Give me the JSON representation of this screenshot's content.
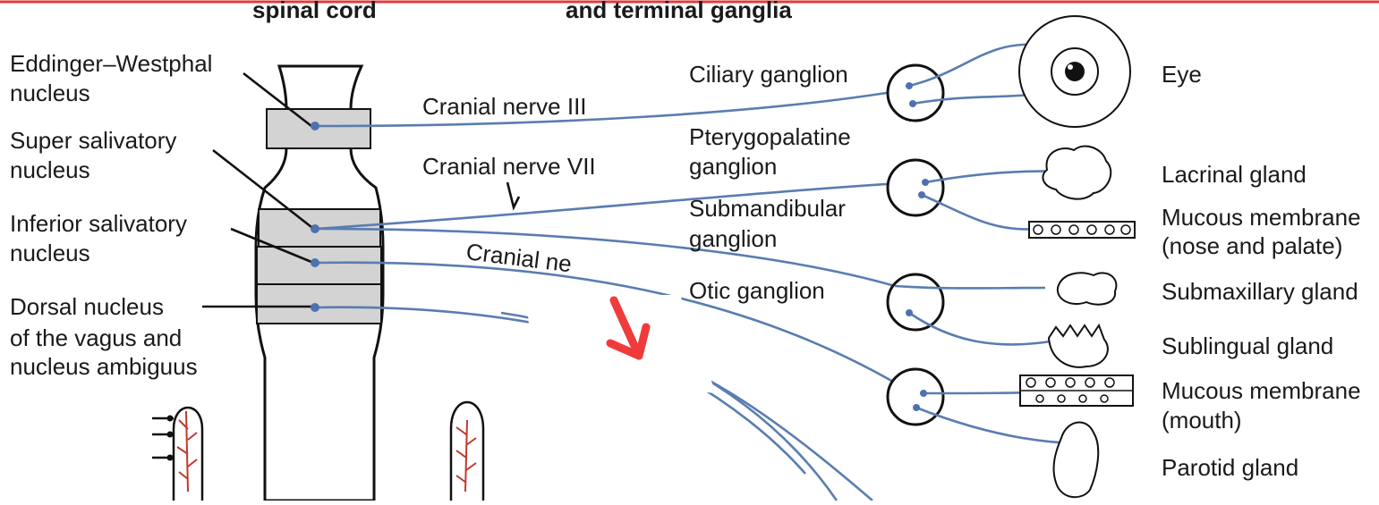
{
  "headers": {
    "col1": "spinal cord",
    "col2": "and terminal ganglia"
  },
  "nuclei": {
    "edinger_line1": "Eddinger–Westphal",
    "edinger_line2": "nucleus",
    "super_line1": "Super salivatory",
    "super_line2": "nucleus",
    "inferior_line1": "Inferior salivatory",
    "inferior_line2": "nucleus",
    "dorsal_line1": "Dorsal nucleus",
    "dorsal_line2": "of the vagus and",
    "dorsal_line3": "nucleus ambiguus"
  },
  "nerves": {
    "cn3": "Cranial nerve III",
    "cn7": "Cranial nerve VII",
    "cn9_partial": "Cranial ne"
  },
  "ganglia": {
    "ciliary": "Ciliary ganglion",
    "ptery_line1": "Pterygopalatine",
    "ptery_line2": "ganglion",
    "submand_line1": "Submandibular",
    "submand_line2": "ganglion",
    "otic": "Otic ganglion"
  },
  "organs": {
    "eye": "Eye",
    "lacrimal": "Lacrinal gland",
    "mucous_nose_line1": "Mucous membrane",
    "mucous_nose_line2": "(nose and palate)",
    "submaxillary": "Submaxillary gland",
    "sublingual": "Sublingual gland",
    "mucous_mouth_line1": "Mucous membrane",
    "mucous_mouth_line2": "(mouth)",
    "parotid": "Parotid gland"
  },
  "colors": {
    "nerve": "#5a7db0",
    "nucleus_band": "#d3d3d3",
    "annotation_arrow": "#ef3b3b",
    "top_border": "#e23b3b",
    "vessel": "#c0392b"
  }
}
